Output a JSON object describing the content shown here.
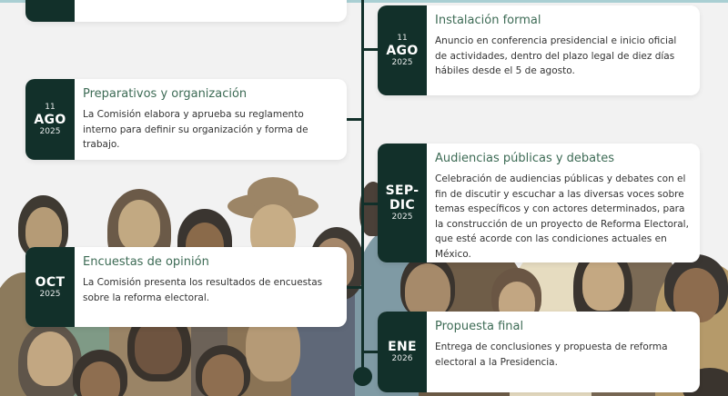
{
  "theme": {
    "background": "#f2f2f2",
    "accent_dark": "#12302a",
    "title_color": "#3d6b55",
    "text_color": "#333333",
    "top_border": "#a9cfd3"
  },
  "timeline": {
    "events": [
      {
        "side": "left",
        "date": {
          "day": "",
          "month": "",
          "year": ""
        },
        "title": "",
        "description": ""
      },
      {
        "side": "right",
        "date": {
          "day": "11",
          "month": "AGO",
          "year": "2025"
        },
        "title": "Instalación formal",
        "description": "Anuncio en conferencia presidencial e inicio oficial de actividades, dentro del plazo legal de diez días hábiles desde el 5 de agosto."
      },
      {
        "side": "left",
        "date": {
          "day": "11",
          "month": "AGO",
          "year": "2025"
        },
        "title": "Preparativos y organización",
        "description": "La Comisión elabora y aprueba su reglamento interno para definir su organización y forma de trabajo."
      },
      {
        "side": "right",
        "date": {
          "day": "",
          "month": "SEP-\nDIC",
          "month_line1": "SEP-",
          "month_line2": "DIC",
          "year": "2025"
        },
        "title": "Audiencias públicas y debates",
        "description": "Celebración de audiencias públicas y debates con el fin de discutir y escuchar a las diversas voces sobre temas específicos y con actores determinados, para la construcción de un proyecto de Reforma Electoral, que esté acorde con las condiciones actuales en México."
      },
      {
        "side": "left",
        "date": {
          "day": "",
          "month": "OCT",
          "year": "2025"
        },
        "title": "Encuestas de opinión",
        "description": "La Comisión presenta los resultados de encuestas sobre la reforma electoral."
      },
      {
        "side": "right",
        "date": {
          "day": "",
          "month": "ENE",
          "year": "2026"
        },
        "title": "Propuesta final",
        "description": "Entrega de conclusiones y propuesta de reforma electoral a la Presidencia."
      }
    ]
  }
}
